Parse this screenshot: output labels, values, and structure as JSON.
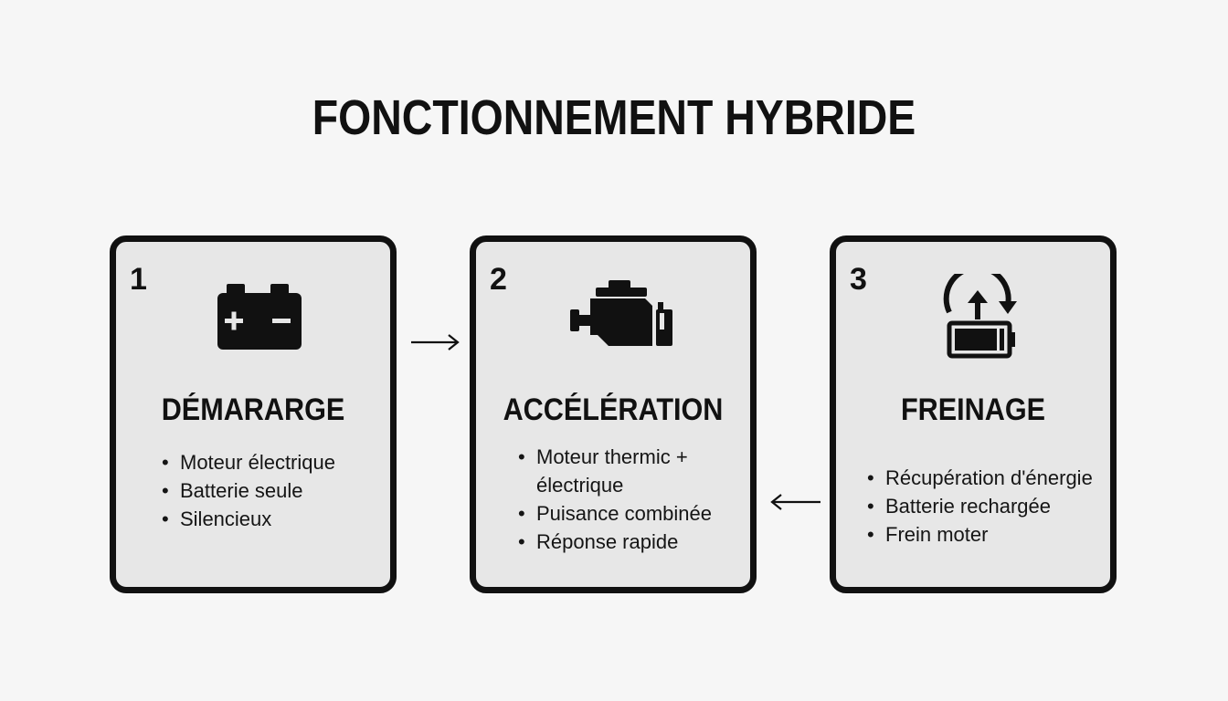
{
  "title": "FONCTIONNEMENT HYBRIDE",
  "steps": [
    {
      "number": "1",
      "icon": "battery-icon",
      "heading": "DÉMARARGE",
      "bullets": [
        "Moteur électrique",
        "Batterie seule",
        "Silencieux"
      ]
    },
    {
      "number": "2",
      "icon": "engine-icon",
      "heading": "ACCÉLÉRATION",
      "bullets": [
        "Moteur thermic + électrique",
        "Puisance combinée",
        "Réponse rapide"
      ]
    },
    {
      "number": "3",
      "icon": "battery-recharge-icon",
      "heading": "FREINAGE",
      "bullets": [
        "Récupération d'énergie",
        "Batterie rechargée",
        "Frein moter"
      ]
    }
  ],
  "colors": {
    "background": "#f6f6f6",
    "card_fill": "#e7e7e7",
    "ink": "#111111"
  }
}
